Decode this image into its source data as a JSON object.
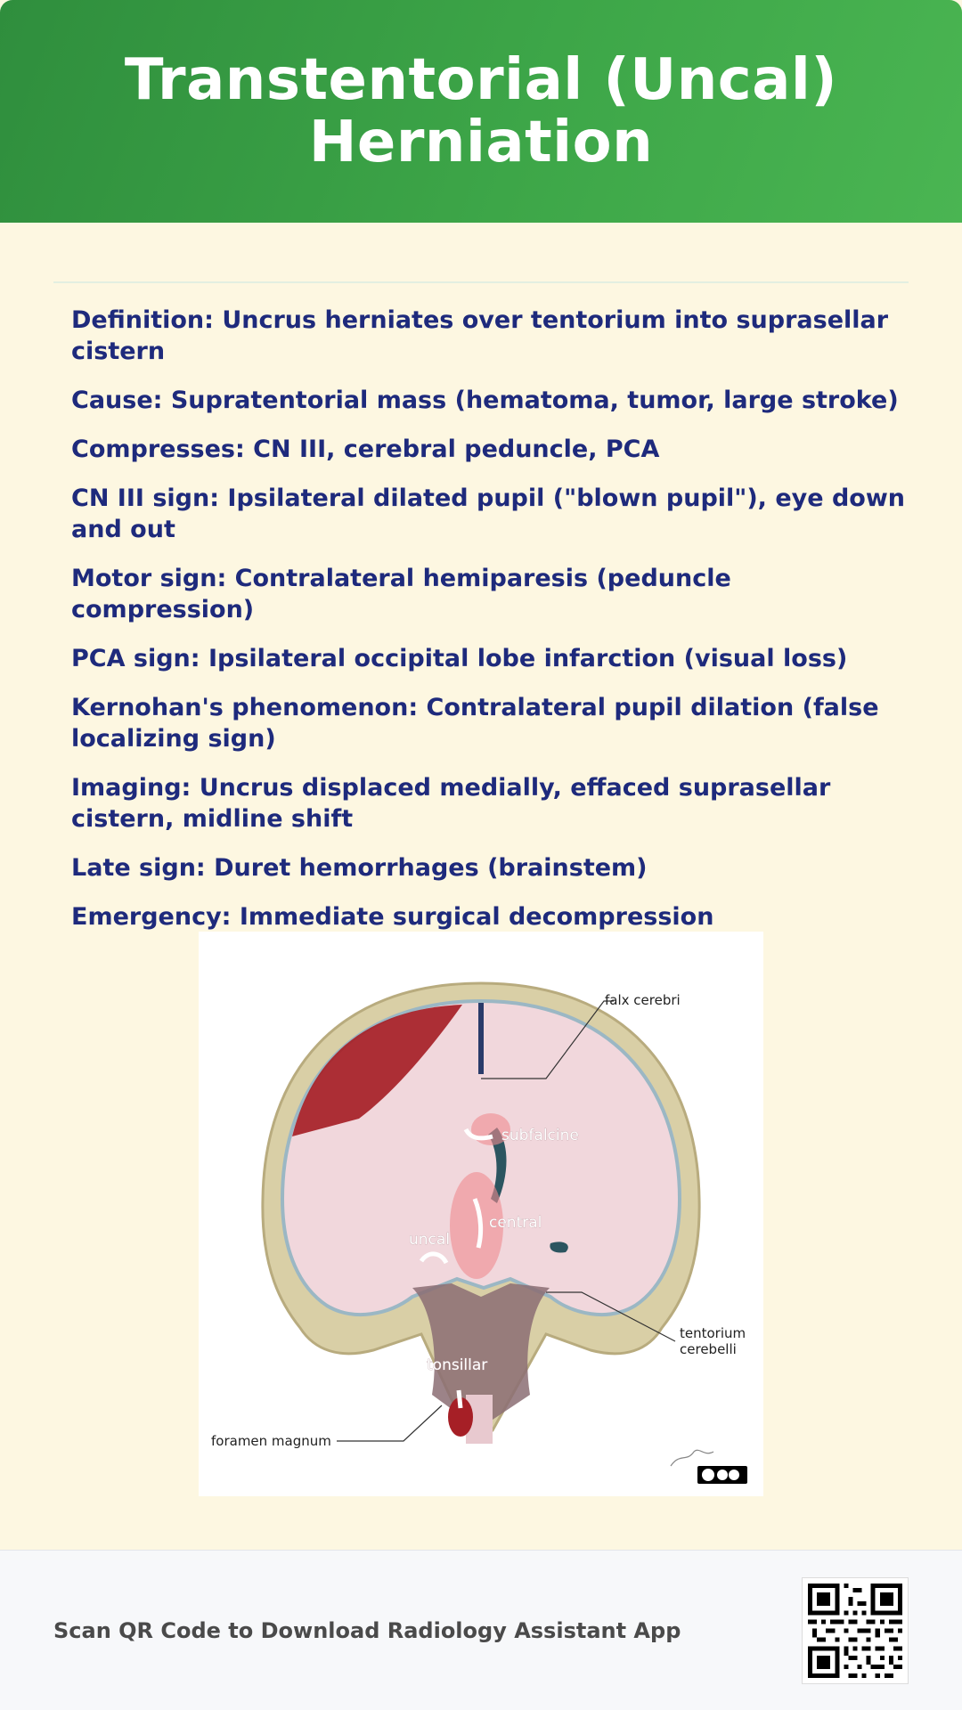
{
  "header": {
    "title": "Transtentorial (Uncal) Herniation"
  },
  "facts": [
    "Definition: Uncrus herniates over tentorium into suprasellar cistern",
    "Cause: Supratentorial mass (hematoma, tumor, large stroke)",
    "Compresses: CN III, cerebral peduncle, PCA",
    "CN III sign: Ipsilateral dilated pupil (\"blown pupil\"), eye down and out",
    "Motor sign: Contralateral hemiparesis (peduncle compression)",
    "PCA sign: Ipsilateral occipital lobe infarction (visual loss)",
    "Kernohan's phenomenon: Contralateral pupil dilation (false localizing sign)",
    "Imaging: Uncrus displaced medially, effaced suprasellar cistern, midline shift",
    "Late sign: Duret hemorrhages (brainstem)",
    "Emergency: Immediate surgical decompression"
  ],
  "figure": {
    "labels": {
      "falx": "falx cerebri",
      "subfalcine": "subfalcine",
      "central": "central",
      "uncal": "uncal",
      "tentorium_1": "tentorium",
      "tentorium_2": "cerebelli",
      "tonsillar": "tonsillar",
      "foramen": "foramen magnum"
    }
  },
  "footer": {
    "text": "Scan QR Code to Download Radiology Assistant App"
  },
  "colors": {
    "header_green": "#3da648",
    "fact_text": "#1e2a7c",
    "background": "#fdf7e1"
  }
}
